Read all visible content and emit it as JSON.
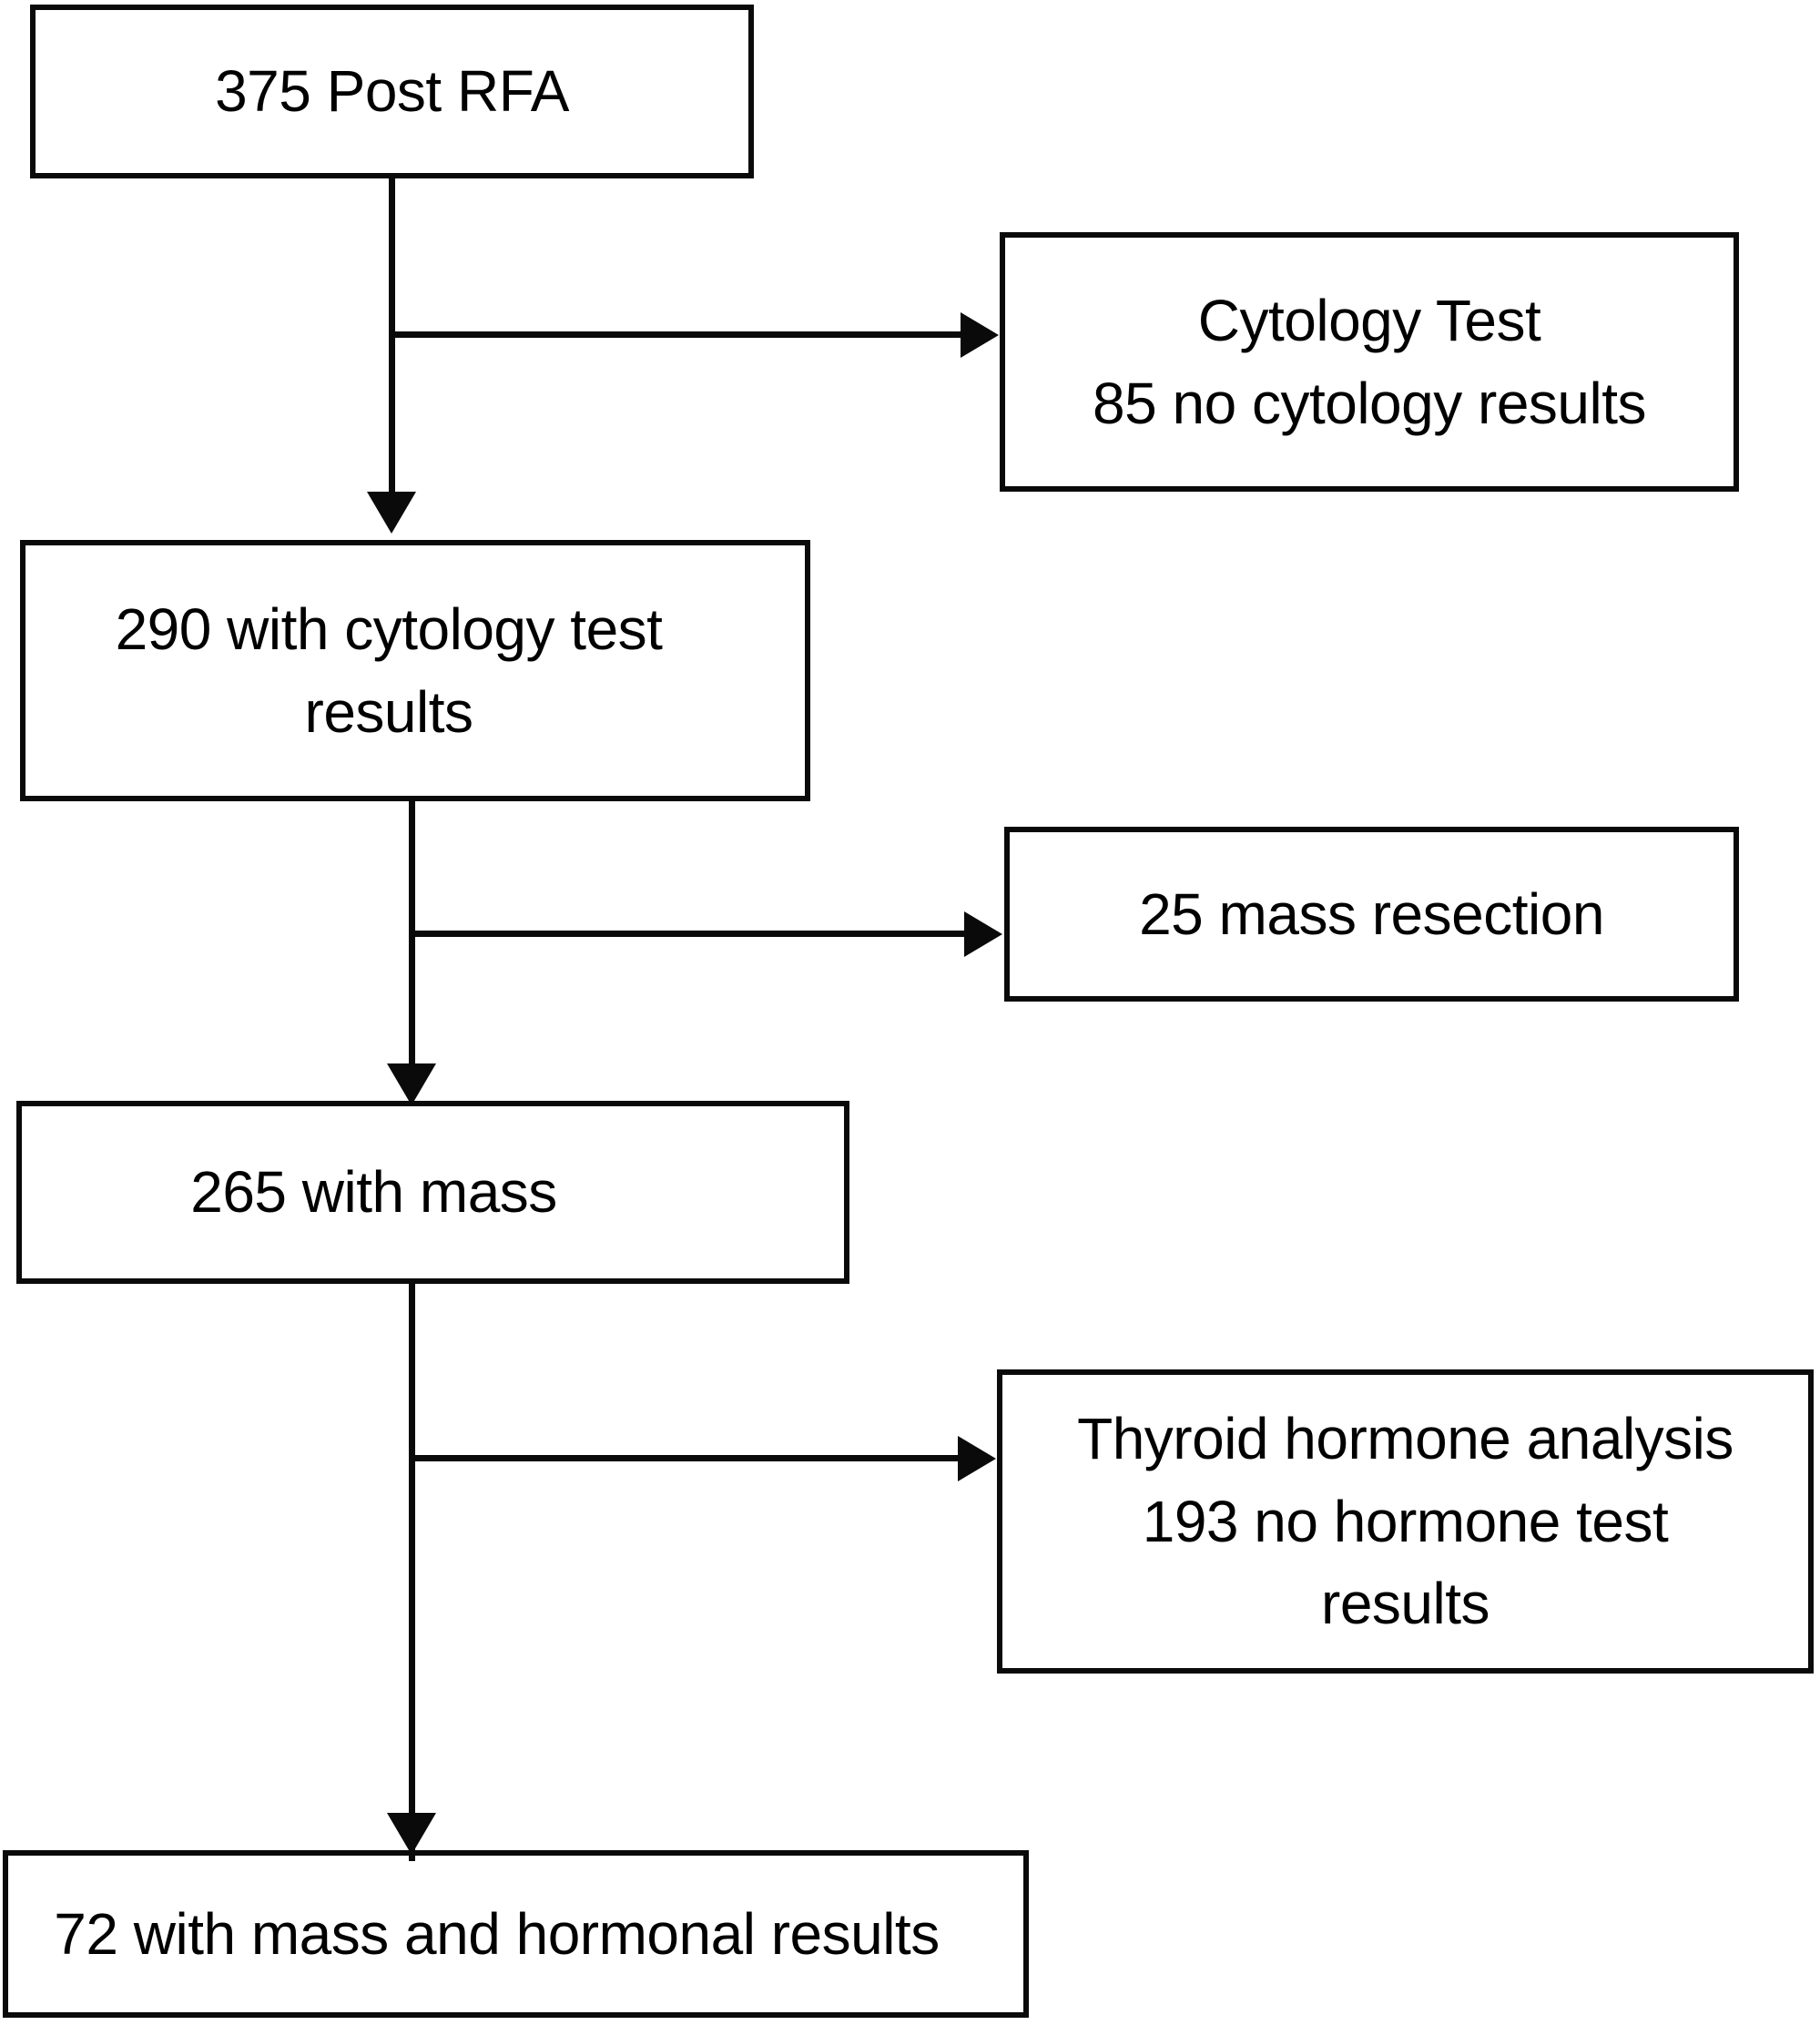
{
  "figure": {
    "type": "flowchart",
    "orientation": "top-to-bottom",
    "colors": {
      "box_border": "#0a0a0a",
      "box_fill": "#ffffff",
      "connector": "#0a0a0a",
      "text": "#000000",
      "background": "#ffffff"
    }
  },
  "nodes": {
    "post_rfa": {
      "id": "post-rfa",
      "label": "375 Post RFA",
      "count": 375,
      "column": "main"
    },
    "cytology_test": {
      "id": "cytology-test",
      "label": "Cytology Test\n85 no cytology results",
      "line1": "Cytology Test",
      "line2": "85 no cytology results",
      "count": 85,
      "column": "excluded"
    },
    "with_cytology": {
      "id": "with-cytology-results",
      "label": "290 with cytology test\nresults",
      "count": 290,
      "column": "main"
    },
    "mass_resection": {
      "id": "mass-resection",
      "label": "25 mass resection",
      "count": 25,
      "column": "excluded"
    },
    "with_mass": {
      "id": "with-mass",
      "label": "265 with mass",
      "count": 265,
      "column": "main"
    },
    "thyroid_hormone": {
      "id": "thyroid-hormone-analysis",
      "label": "Thyroid hormone analysis\n193 no hormone test\nresults",
      "line1": "Thyroid hormone analysis",
      "line2": "193 no hormone test",
      "line3": "results",
      "count": 193,
      "column": "excluded"
    },
    "final_cohort": {
      "id": "final-cohort",
      "label": "72 with mass and hormonal results",
      "count": 72,
      "column": "main"
    }
  },
  "edges": [
    {
      "id": "edge-postrfa-to-withcytology",
      "from": "post_rfa",
      "to": "with_cytology",
      "direction": "down"
    },
    {
      "id": "edge-postrfa-to-cytologytest",
      "from": "post_rfa",
      "to": "cytology_test",
      "direction": "right"
    },
    {
      "id": "edge-withcytology-to-withmass",
      "from": "with_cytology",
      "to": "with_mass",
      "direction": "down"
    },
    {
      "id": "edge-withcytology-to-massresection",
      "from": "with_cytology",
      "to": "mass_resection",
      "direction": "right"
    },
    {
      "id": "edge-withmass-to-final",
      "from": "with_mass",
      "to": "final_cohort",
      "direction": "down"
    },
    {
      "id": "edge-withmass-to-thyroid",
      "from": "with_mass",
      "to": "thyroid_hormone",
      "direction": "right"
    }
  ]
}
